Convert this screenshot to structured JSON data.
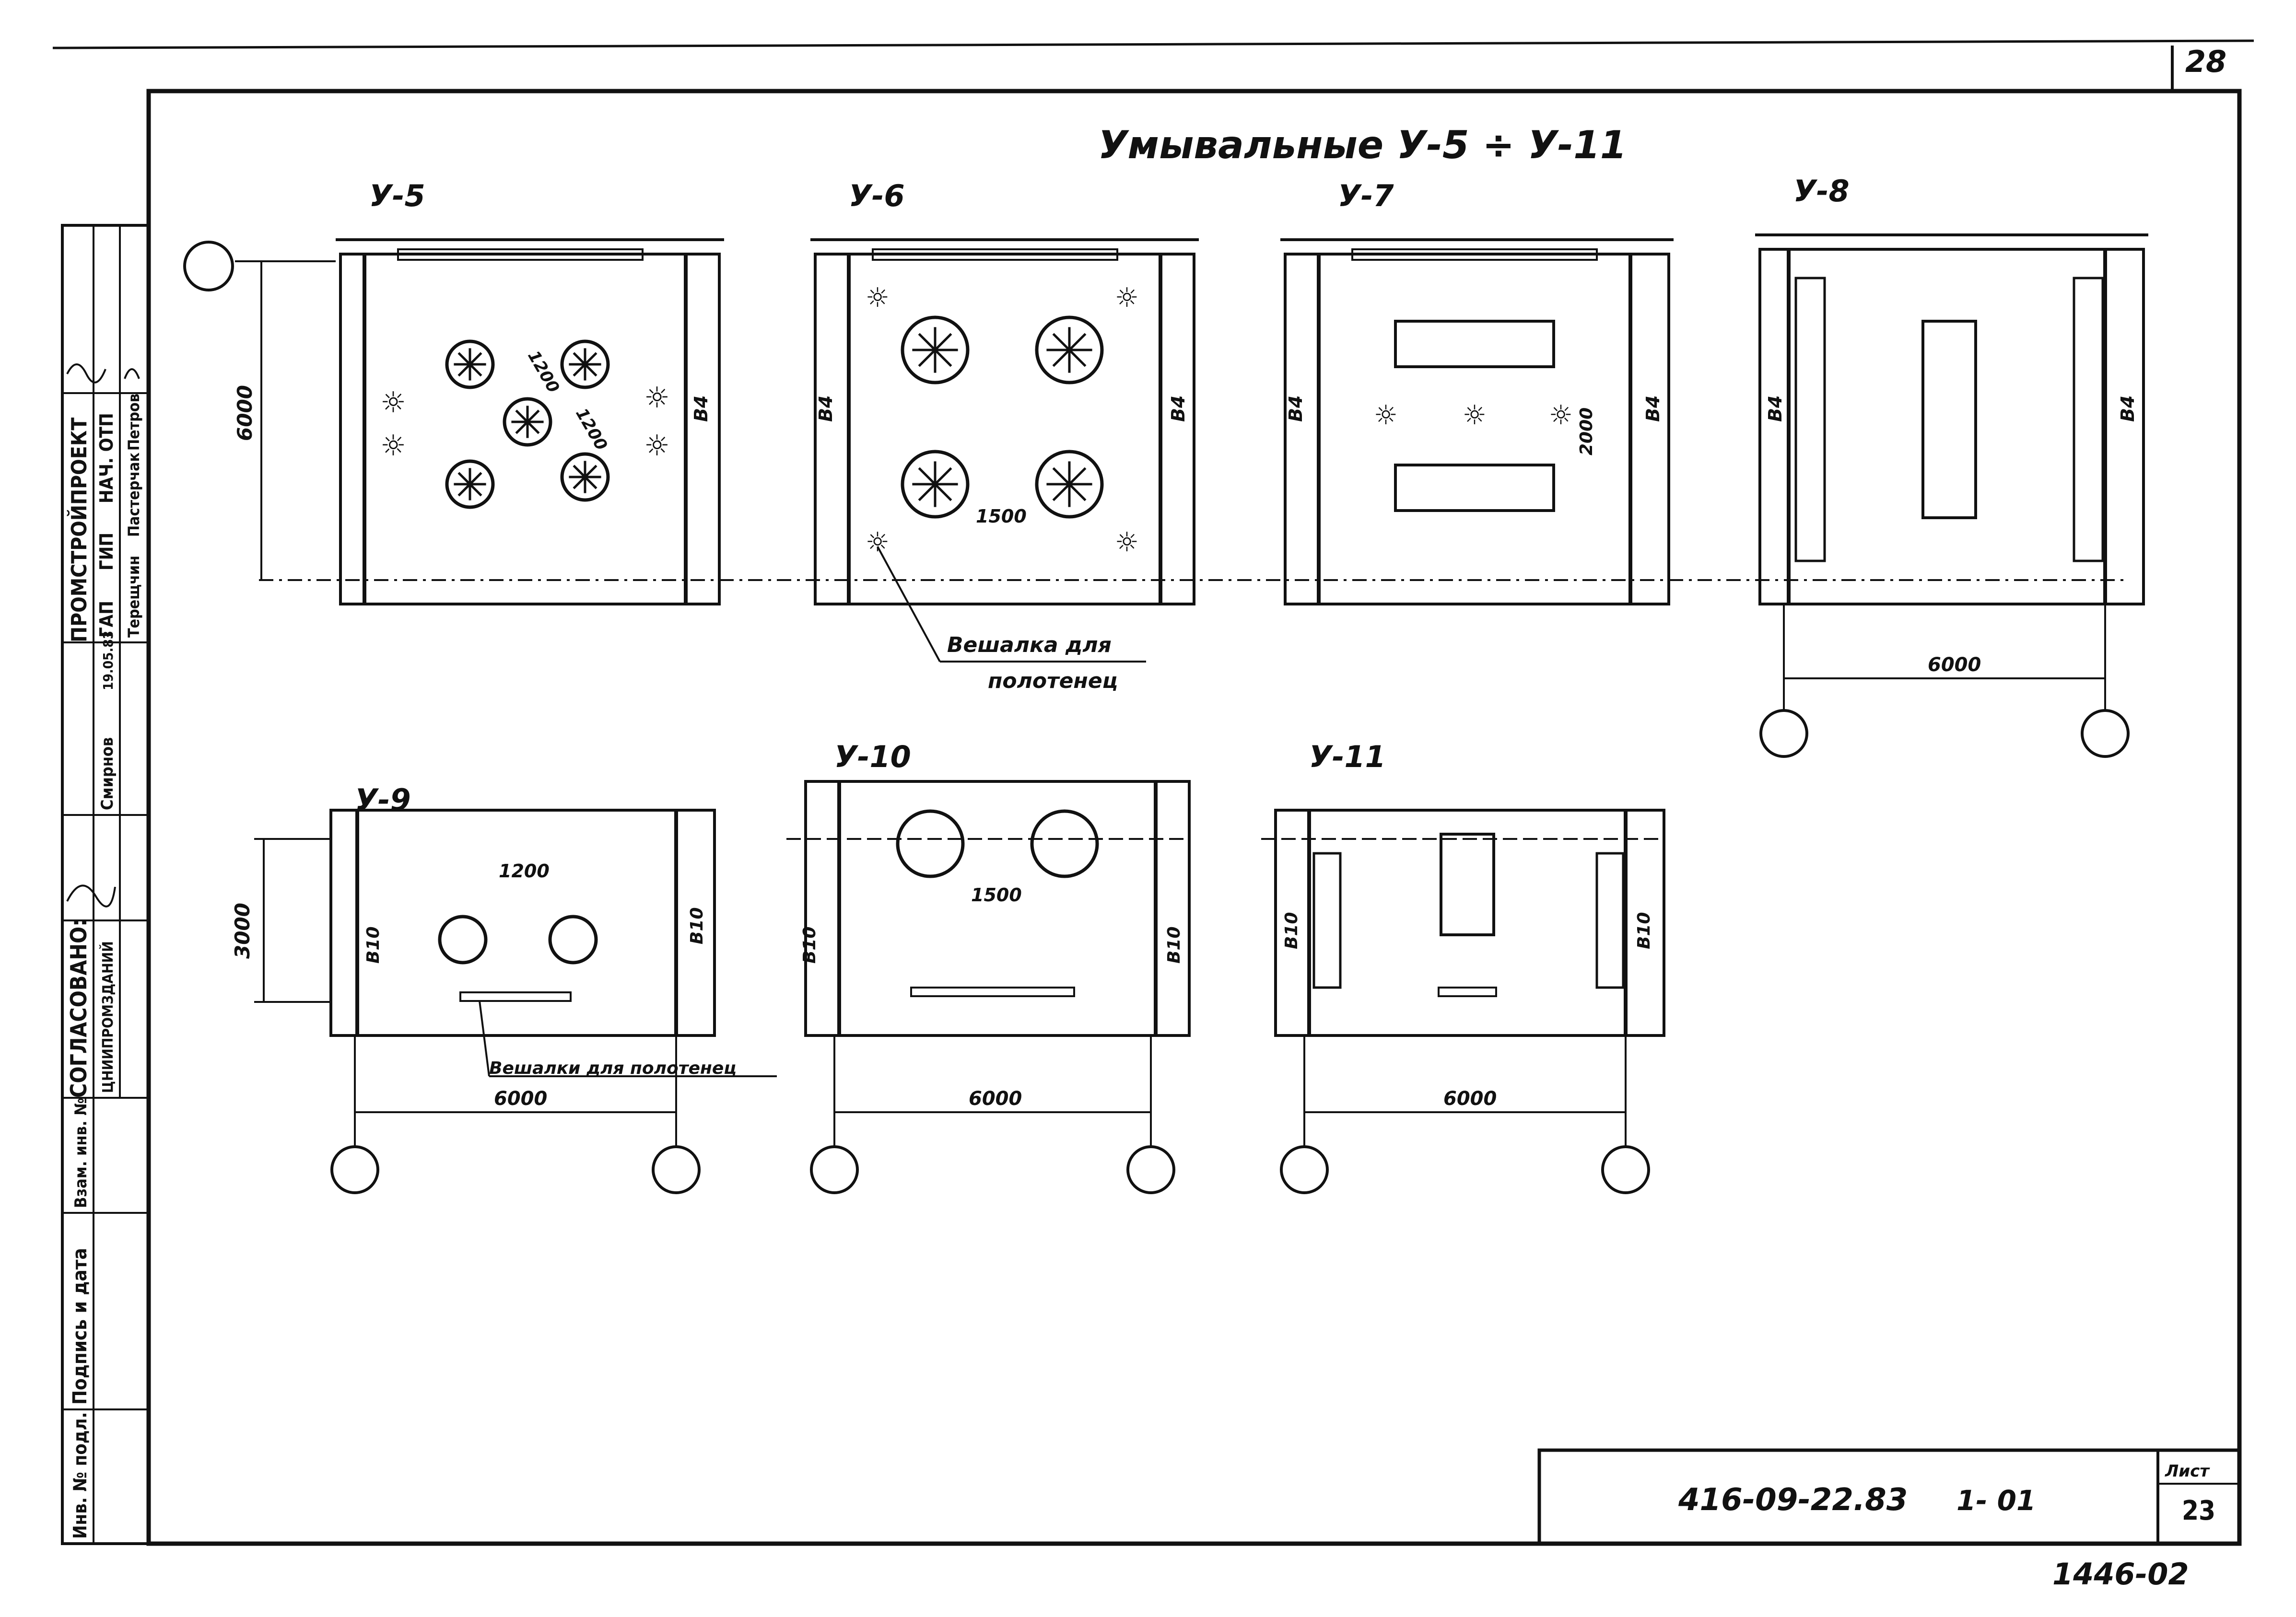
{
  "page_number": "28",
  "title": "Умывальные  У-5 ÷ У-11",
  "rooms": [
    {
      "label": "У-5"
    },
    {
      "label": "У-6"
    },
    {
      "label": "У-7"
    },
    {
      "label": "У-8"
    },
    {
      "label": "У-9"
    },
    {
      "label": "У-10"
    },
    {
      "label": "У-11"
    }
  ],
  "dimensions": {
    "u5_height": "6000",
    "u5_diag_1": "1200",
    "u5_diag_2": "1200",
    "u6_gap": "1500",
    "u7_gap": "2000",
    "u8_width": "6000",
    "u9_height": "3000",
    "u9_gap": "1200",
    "u9_width": "6000",
    "u10_gap": "1500",
    "u10_width": "6000",
    "u11_width": "6000"
  },
  "wall_marks": {
    "v4": "В4",
    "v10": "В10"
  },
  "notes": {
    "towel_rack_line1": "Вешалка для",
    "towel_rack_line2": "полотенец",
    "towel_racks": "Вешалки для полотенец"
  },
  "side_stamp": {
    "org": "ПРОМСТРОЙПРОЕКТ",
    "roles": [
      "ГАП",
      "ГИП",
      "НАЧ. ОТП"
    ],
    "names": [
      "Терещчин",
      "Пастерчак",
      "Петров"
    ],
    "agreed": "СОГЛАСОВАНО:",
    "agreed_org": "ЦНИИПРОМЗДАНИЙ",
    "agreed_name": "Смирнов",
    "agreed_date": "19.05.83",
    "inv_replace": "Взам. инв. №",
    "sign_date": "Подпись и дата",
    "inv_orig": "Инв. № подл."
  },
  "title_block": {
    "doc_code": "416-09-22.83",
    "album": "1- 01",
    "sheet_label": "Лист",
    "sheet_number": "23"
  },
  "bottom_code": "1446-02"
}
